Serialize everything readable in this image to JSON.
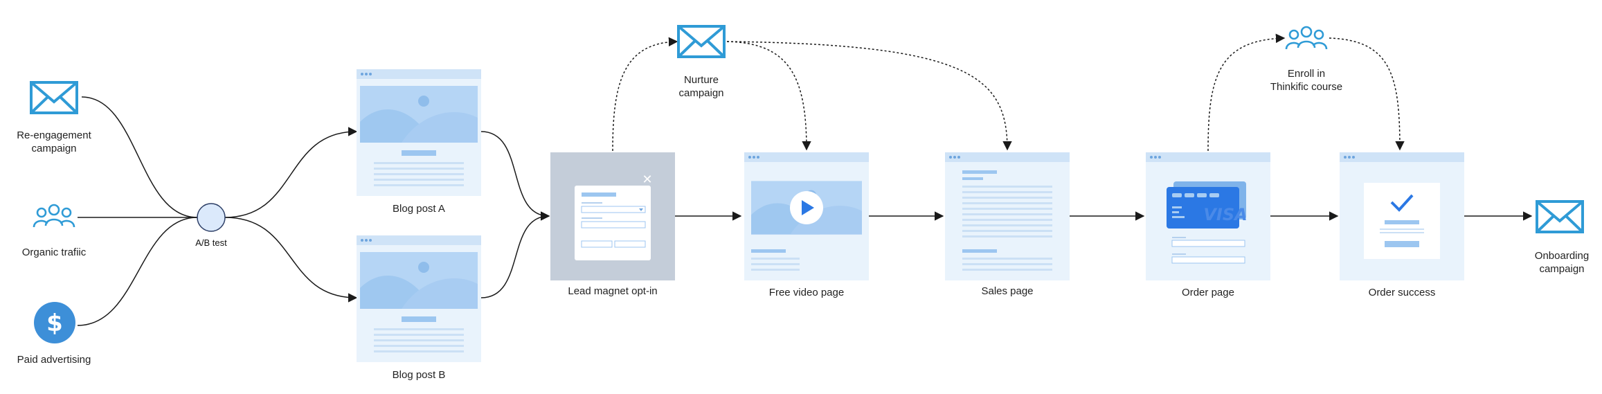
{
  "colors": {
    "icon_blue": "#2f9bd6",
    "page_frame": "#e9f3fc",
    "page_bar": "#cfe3f7",
    "page_bar_dots": "#6ea5de",
    "placeholder": "#b5d5f5",
    "gray_overlay": "#c4cdd9",
    "visa_blue": "#2b78e4",
    "line": "#1a1a1a"
  },
  "sources": [
    {
      "label": "Re-engagement\ncampaign",
      "icon": "envelope-icon"
    },
    {
      "label": "Organic trafiic",
      "icon": "people-icon"
    },
    {
      "label": "Paid advertising",
      "icon": "dollar-icon"
    }
  ],
  "ab_test": {
    "label": "A/B test"
  },
  "blog_posts": [
    {
      "label": "Blog post A",
      "icon": "browser-window-icon"
    },
    {
      "label": "Blog post B",
      "icon": "browser-window-icon"
    }
  ],
  "funnel_steps": [
    {
      "label": "Lead magnet opt-in",
      "icon": "popup-form-icon"
    },
    {
      "label": "Free video page",
      "icon": "video-page-icon"
    },
    {
      "label": "Sales page",
      "icon": "text-page-icon"
    },
    {
      "label": "Order page",
      "icon": "credit-card-page-icon"
    },
    {
      "label": "Order success",
      "icon": "checkmark-page-icon"
    }
  ],
  "side_actions": [
    {
      "label": "Nurture\ncampaign",
      "icon": "envelope-icon"
    },
    {
      "label": "Enroll in\nThinkific course",
      "icon": "people-icon"
    }
  ],
  "end": {
    "label": "Onboarding\ncampaign",
    "icon": "envelope-icon"
  },
  "card_brand": "VISA",
  "close_glyph": "✕"
}
